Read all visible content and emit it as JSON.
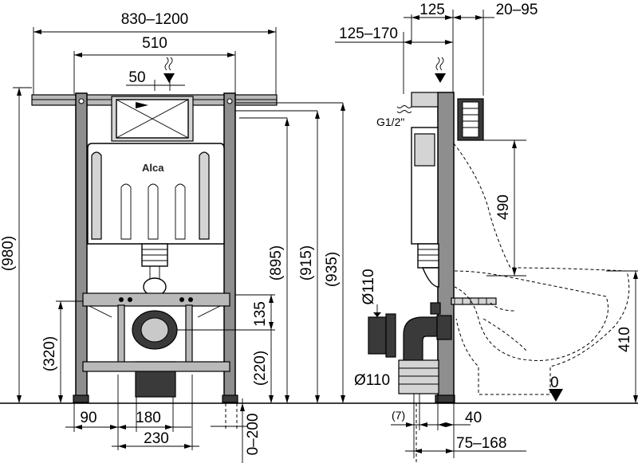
{
  "front_view": {
    "dim_overall_width": "830–1200",
    "dim_frame_width": "510",
    "dim_flush_offset": "50",
    "dim_total_height": "(980)",
    "dim_height_895": "(895)",
    "dim_height_915": "(915)",
    "dim_height_935": "(935)",
    "dim_height_320": "(320)",
    "dim_height_135": "135",
    "dim_height_220": "(220)",
    "dim_bottom_90": "90",
    "dim_bottom_180": "180",
    "dim_bottom_230": "230",
    "dim_floor_range": "0–200",
    "brand_logo": "Alca"
  },
  "side_view": {
    "dim_depth_125": "125",
    "dim_depth_20_95": "20–95",
    "dim_depth_125_170": "125–170",
    "dim_inlet_thread": "G1/2\"",
    "dim_height_490": "490",
    "dim_pipe_dia_top": "Ø110",
    "dim_pipe_dia_bottom": "Ø110",
    "dim_height_410": "410",
    "dim_floor_zero": "0",
    "dim_gap_7": "(7)",
    "dim_depth_40": "40",
    "dim_depth_75_168": "75–168"
  }
}
